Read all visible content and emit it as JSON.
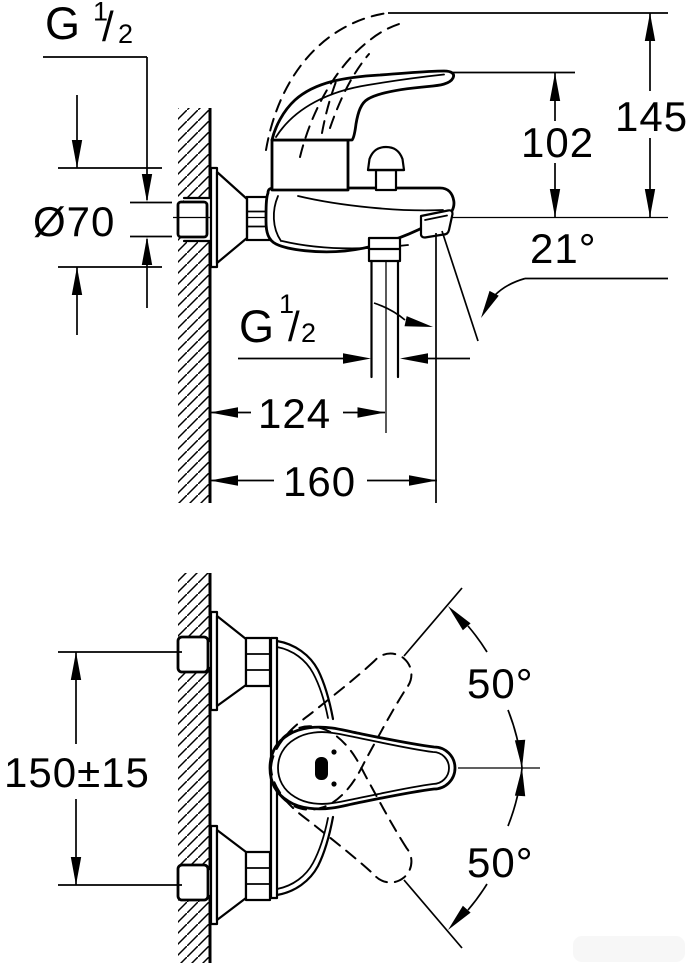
{
  "side_view": {
    "wall_thread": {
      "letter": "G",
      "numerator": "1",
      "slash": "/",
      "denominator": "2"
    },
    "flange_diameter": "Ø70",
    "handle_height": "102",
    "overall_height": "145",
    "spout_angle": "21°",
    "shower_thread": {
      "letter": "G",
      "numerator": "1",
      "slash": "/",
      "denominator": "2"
    },
    "shower_outlet_reach": "124",
    "overall_reach": "160"
  },
  "front_view": {
    "connection_spacing": "150±15",
    "handle_swing_up": "50°",
    "handle_swing_down": "50°"
  }
}
